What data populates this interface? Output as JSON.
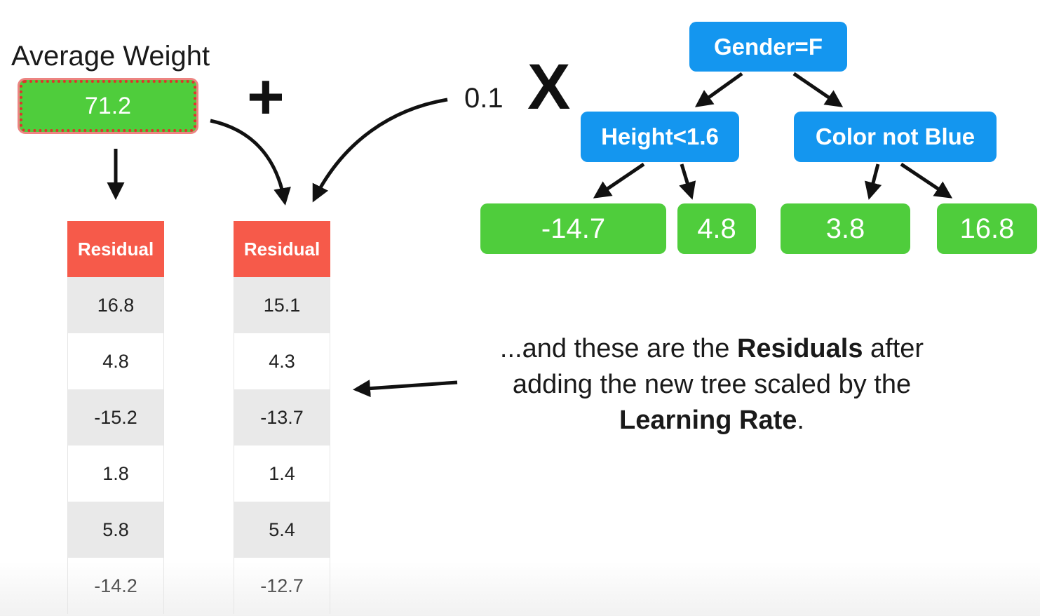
{
  "average": {
    "title": "Average Weight",
    "value": "71.2"
  },
  "operators": {
    "plus": "+",
    "learning_rate": "0.1",
    "times": "X"
  },
  "tree": {
    "root": "Gender=F",
    "left": "Height<1.6",
    "right": "Color not Blue",
    "leaves": [
      "-14.7",
      "4.8",
      "3.8",
      "16.8"
    ]
  },
  "table_old": {
    "header": "Residual",
    "rows": [
      "16.8",
      "4.8",
      "-15.2",
      "1.8",
      "5.8",
      "-14.2"
    ]
  },
  "table_new": {
    "header": "Residual",
    "rows": [
      "15.1",
      "4.3",
      "-13.7",
      "1.4",
      "5.4",
      "-12.7"
    ]
  },
  "caption": {
    "part1": "...and these are the ",
    "bold1": "Residuals",
    "part2": " after adding the new tree scaled by the ",
    "bold2": "Learning Rate",
    "part3": "."
  },
  "colors": {
    "leaf_green": "#4fcd3c",
    "node_blue": "#1496ef",
    "header_red": "#f65a4a",
    "highlight_red": "#e0322d"
  }
}
